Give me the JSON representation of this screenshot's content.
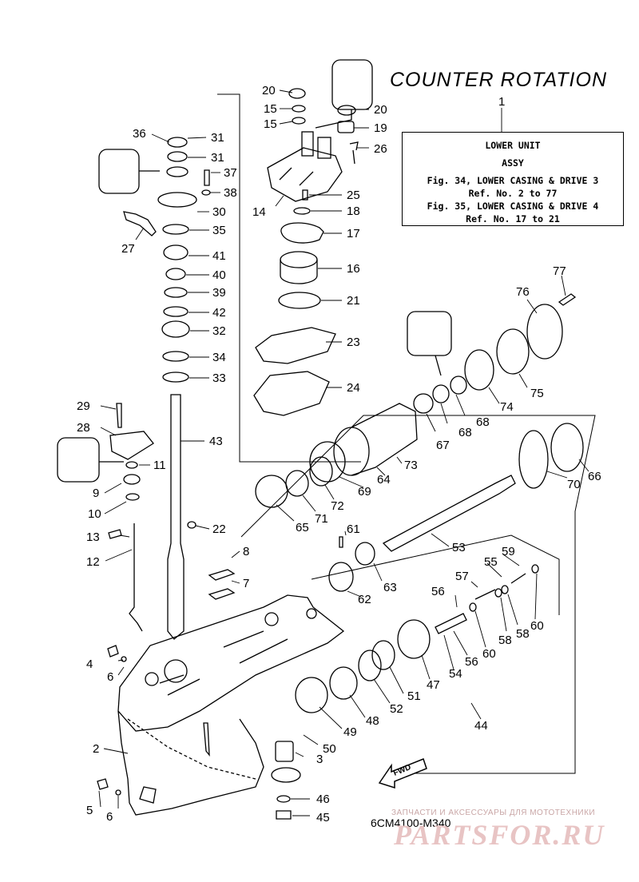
{
  "title": "COUNTER ROTATION",
  "infobox": {
    "ref_number": "1",
    "line1": "LOWER UNIT",
    "line2": "ASSY",
    "line3": "Fig. 34, LOWER CASING & DRIVE 3",
    "line4": "Ref. No. 2 to 77",
    "line5": "Fig. 35, LOWER CASING & DRIVE 4",
    "line6": "Ref. No. 17 to 21"
  },
  "fwd_label": "FWD",
  "diagram_code": "6CM4100-M340",
  "watermark": {
    "subtitle": "ЗАПЧАСТИ И АКСЕССУАРЫ ДЛЯ МОТОТЕХНИКИ",
    "brand": "PARTSFOR.RU"
  },
  "part_labels": [
    {
      "id": "n20a",
      "text": "20"
    },
    {
      "id": "n15a",
      "text": "15"
    },
    {
      "id": "n15b",
      "text": "15"
    },
    {
      "id": "n20b",
      "text": "20"
    },
    {
      "id": "n19",
      "text": "19"
    },
    {
      "id": "n26",
      "text": "26"
    },
    {
      "id": "n36",
      "text": "36"
    },
    {
      "id": "n31a",
      "text": "31"
    },
    {
      "id": "n31b",
      "text": "31"
    },
    {
      "id": "n37",
      "text": "37"
    },
    {
      "id": "n38",
      "text": "38"
    },
    {
      "id": "n14",
      "text": "14"
    },
    {
      "id": "n25",
      "text": "25"
    },
    {
      "id": "n18",
      "text": "18"
    },
    {
      "id": "n30",
      "text": "30"
    },
    {
      "id": "n27",
      "text": "27"
    },
    {
      "id": "n35",
      "text": "35"
    },
    {
      "id": "n17",
      "text": "17"
    },
    {
      "id": "n41",
      "text": "41"
    },
    {
      "id": "n16",
      "text": "16"
    },
    {
      "id": "n40",
      "text": "40"
    },
    {
      "id": "n39",
      "text": "39"
    },
    {
      "id": "n21",
      "text": "21"
    },
    {
      "id": "n42",
      "text": "42"
    },
    {
      "id": "n32",
      "text": "32"
    },
    {
      "id": "n23",
      "text": "23"
    },
    {
      "id": "n34",
      "text": "34"
    },
    {
      "id": "n33",
      "text": "33"
    },
    {
      "id": "n24",
      "text": "24"
    },
    {
      "id": "n77",
      "text": "77"
    },
    {
      "id": "n76",
      "text": "76"
    },
    {
      "id": "n75",
      "text": "75"
    },
    {
      "id": "n74",
      "text": "74"
    },
    {
      "id": "n29",
      "text": "29"
    },
    {
      "id": "n28",
      "text": "28"
    },
    {
      "id": "n43",
      "text": "43"
    },
    {
      "id": "n11",
      "text": "11"
    },
    {
      "id": "n9",
      "text": "9"
    },
    {
      "id": "n10",
      "text": "10"
    },
    {
      "id": "n68a",
      "text": "68"
    },
    {
      "id": "n68b",
      "text": "68"
    },
    {
      "id": "n67",
      "text": "67"
    },
    {
      "id": "n73",
      "text": "73"
    },
    {
      "id": "n64",
      "text": "64"
    },
    {
      "id": "n69",
      "text": "69"
    },
    {
      "id": "n72",
      "text": "72"
    },
    {
      "id": "n71",
      "text": "71"
    },
    {
      "id": "n65",
      "text": "65"
    },
    {
      "id": "n70",
      "text": "70"
    },
    {
      "id": "n66",
      "text": "66"
    },
    {
      "id": "n22",
      "text": "22"
    },
    {
      "id": "n13",
      "text": "13"
    },
    {
      "id": "n12",
      "text": "12"
    },
    {
      "id": "n61",
      "text": "61"
    },
    {
      "id": "n53",
      "text": "53"
    },
    {
      "id": "n8",
      "text": "8"
    },
    {
      "id": "n7",
      "text": "7"
    },
    {
      "id": "n63",
      "text": "63"
    },
    {
      "id": "n62",
      "text": "62"
    },
    {
      "id": "n59",
      "text": "59"
    },
    {
      "id": "n55",
      "text": "55"
    },
    {
      "id": "n57",
      "text": "57"
    },
    {
      "id": "n56a",
      "text": "56"
    },
    {
      "id": "n58a",
      "text": "58"
    },
    {
      "id": "n58b",
      "text": "58"
    },
    {
      "id": "n60a",
      "text": "60"
    },
    {
      "id": "n60b",
      "text": "60"
    },
    {
      "id": "n56b",
      "text": "56"
    },
    {
      "id": "n54",
      "text": "54"
    },
    {
      "id": "n4",
      "text": "4"
    },
    {
      "id": "n6a",
      "text": "6"
    },
    {
      "id": "n47",
      "text": "47"
    },
    {
      "id": "n51",
      "text": "51"
    },
    {
      "id": "n52",
      "text": "52"
    },
    {
      "id": "n48",
      "text": "48"
    },
    {
      "id": "n49",
      "text": "49"
    },
    {
      "id": "n44",
      "text": "44"
    },
    {
      "id": "n50",
      "text": "50"
    },
    {
      "id": "n2",
      "text": "2"
    },
    {
      "id": "n3",
      "text": "3"
    },
    {
      "id": "n46",
      "text": "46"
    },
    {
      "id": "n45",
      "text": "45"
    },
    {
      "id": "n5",
      "text": "5"
    },
    {
      "id": "n6b",
      "text": "6"
    }
  ]
}
